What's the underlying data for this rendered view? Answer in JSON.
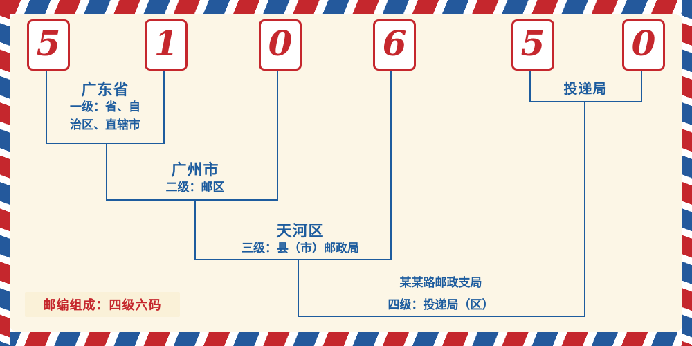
{
  "postal_code": {
    "digits": [
      "5",
      "1",
      "0",
      "6",
      "5",
      "0"
    ]
  },
  "labels": {
    "level1": {
      "name": "广东省",
      "desc_lines": [
        "一级：省、自",
        "治区、直辖市"
      ]
    },
    "level2": {
      "name": "广州市",
      "desc": "二级：邮区"
    },
    "level3": {
      "name": "天河区",
      "desc": "三级：县（市）邮政局"
    },
    "level4": {
      "name": "某某路邮政支局",
      "desc": "四级：投递局（区）"
    },
    "delivery": {
      "name": "投递局"
    }
  },
  "footer": {
    "text": "邮编组成：四级六码"
  },
  "colors": {
    "red": "#c5272d",
    "blue": "#1d5c9e",
    "cream": "#fcf6e6"
  }
}
